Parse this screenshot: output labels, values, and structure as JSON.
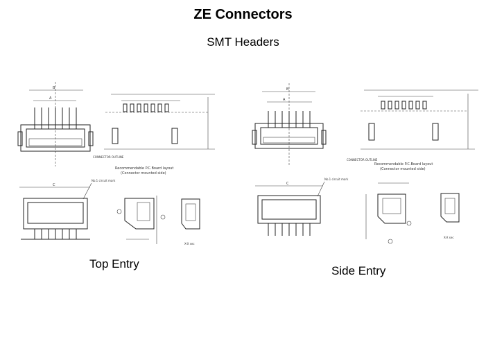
{
  "header": {
    "title": "ZE Connectors",
    "subtitle": "SMT Headers"
  },
  "captions": {
    "top_entry": "Top Entry",
    "side_entry": "Side Entry"
  },
  "drawing_labels": {
    "connector_outline": "CONNECTOR OUTLINE",
    "pcb_layout": "Recommendable P.C.Board layout",
    "mounted_side": "(Connector mounted side)",
    "circuit_mark": "No.1 circuit mark",
    "section_left": "X-X sec",
    "section_right": "X-X sec",
    "dim_a": "A",
    "dim_b": "B",
    "dim_c": "C"
  }
}
